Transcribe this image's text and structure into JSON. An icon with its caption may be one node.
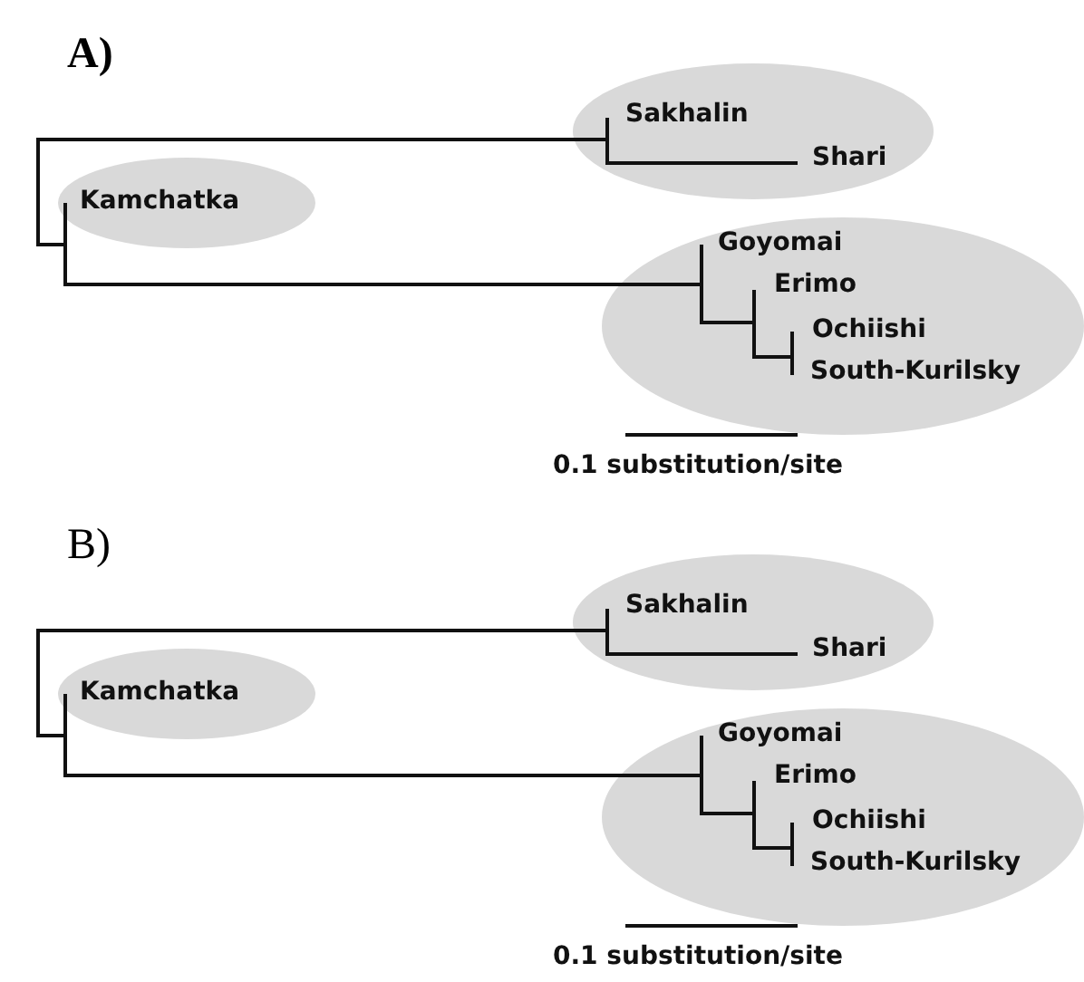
{
  "diagram": {
    "nodes": [
      {
        "text": [
          "Sakhalin",
          "Shari"
        ]
      },
      {
        "text": [
          "Kamchatka"
        ]
      },
      {
        "text": [
          "Goyomai",
          "Erimo",
          "Ochiishi",
          "South-Kurilsky"
        ]
      },
      {
        "text": [
          "Sakhalin",
          "Shari"
        ]
      },
      {
        "text": [
          "Kamchatka"
        ]
      },
      {
        "text": [
          "Goyomai",
          "Erimo",
          "Ochiishi",
          "South-Kurilsky"
        ]
      }
    ],
    "labels": [
      "A)",
      "0.1 substitution/site",
      "B)",
      "0.1 substitution/site"
    ]
  }
}
